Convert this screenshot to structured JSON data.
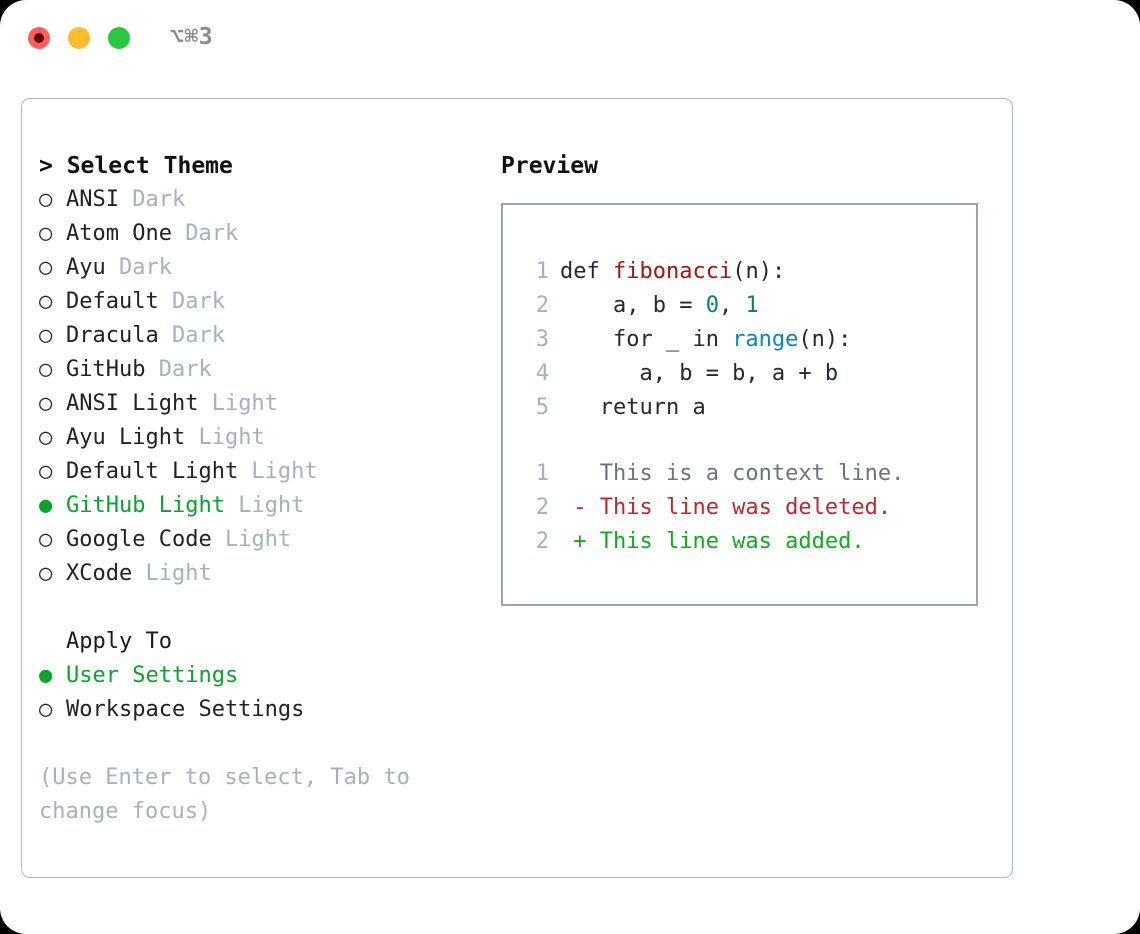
{
  "titlebar": {
    "shortcut": "⌥⌘3",
    "buttons": [
      {
        "name": "close",
        "color": "#ff5f57"
      },
      {
        "name": "minimize",
        "color": "#febc2e"
      },
      {
        "name": "maximize",
        "color": "#28c840"
      }
    ]
  },
  "accent": {
    "selected_green": "#0ba32c",
    "muted": "#a7b0bd",
    "border": "#aeb7c4"
  },
  "left": {
    "header": "> Select Theme",
    "themes": [
      {
        "bullet": "○",
        "name": "ANSI",
        "kind": " Dark",
        "selected": false
      },
      {
        "bullet": "○",
        "name": "Atom One",
        "kind": " Dark",
        "selected": false
      },
      {
        "bullet": "○",
        "name": "Ayu",
        "kind": " Dark",
        "selected": false
      },
      {
        "bullet": "○",
        "name": "Default",
        "kind": " Dark",
        "selected": false
      },
      {
        "bullet": "○",
        "name": "Dracula",
        "kind": " Dark",
        "selected": false
      },
      {
        "bullet": "○",
        "name": "GitHub",
        "kind": " Dark",
        "selected": false
      },
      {
        "bullet": "○",
        "name": "ANSI Light",
        "kind": " Light",
        "selected": false
      },
      {
        "bullet": "○",
        "name": "Ayu Light",
        "kind": " Light",
        "selected": false
      },
      {
        "bullet": "○",
        "name": "Default Light",
        "kind": " Light",
        "selected": false
      },
      {
        "bullet": "●",
        "name": "GitHub Light",
        "kind": " Light",
        "selected": true
      },
      {
        "bullet": "○",
        "name": "Google Code",
        "kind": " Light",
        "selected": false
      },
      {
        "bullet": "○",
        "name": "XCode",
        "kind": " Light",
        "selected": false
      }
    ],
    "apply_header": "Apply To",
    "apply_options": [
      {
        "bullet": "●",
        "label": "User Settings",
        "selected": true
      },
      {
        "bullet": "○",
        "label": "Workspace Settings",
        "selected": false
      }
    ],
    "hint": "(Use Enter to select, Tab to change focus)"
  },
  "right": {
    "header": "Preview",
    "code_lines": [
      {
        "num": "1",
        "tokens": [
          {
            "t": "def ",
            "c": "plain"
          },
          {
            "t": "fibonacci",
            "c": "fn"
          },
          {
            "t": "(n):",
            "c": "plain"
          }
        ]
      },
      {
        "num": "2",
        "tokens": [
          {
            "t": "    a, b = ",
            "c": "plain"
          },
          {
            "t": "0",
            "c": "num"
          },
          {
            "t": ", ",
            "c": "plain"
          },
          {
            "t": "1",
            "c": "num"
          }
        ]
      },
      {
        "num": "3",
        "tokens": [
          {
            "t": "    for _ in ",
            "c": "plain"
          },
          {
            "t": "range",
            "c": "kw"
          },
          {
            "t": "(n):",
            "c": "plain"
          }
        ]
      },
      {
        "num": "4",
        "tokens": [
          {
            "t": "      a, b = b, a + b",
            "c": "plain"
          }
        ]
      },
      {
        "num": "5",
        "tokens": [
          {
            "t": "   return a",
            "c": "plain"
          }
        ]
      }
    ],
    "diff_lines": [
      {
        "num": "1",
        "marker": "  ",
        "text": "This is a context line.",
        "kind": "ctx"
      },
      {
        "num": "2",
        "marker": "- ",
        "text": "This line was deleted.",
        "kind": "del"
      },
      {
        "num": "2",
        "marker": "+ ",
        "text": "This line was added.",
        "kind": "add"
      }
    ]
  }
}
